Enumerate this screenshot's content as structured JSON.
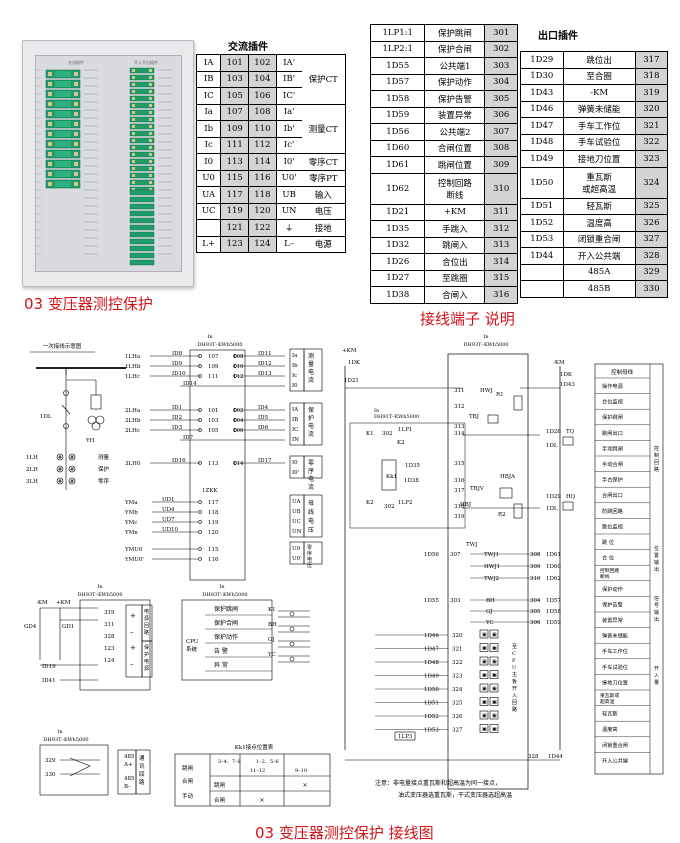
{
  "captions": {
    "device": "03 变压器测控保护",
    "terminal": "接线端子 说明",
    "wiring": "03 变压器测控保护 接线图"
  },
  "ac_plugin": {
    "title": "交流插件",
    "rows": [
      [
        "IA",
        "101",
        "102",
        "IA'",
        "保护CT"
      ],
      [
        "IB",
        "103",
        "104",
        "IB'",
        ""
      ],
      [
        "IC",
        "105",
        "106",
        "IC'",
        ""
      ],
      [
        "Ia",
        "107",
        "108",
        "Ia'",
        "测量CT"
      ],
      [
        "Ib",
        "109",
        "110",
        "Ib'",
        ""
      ],
      [
        "Ic",
        "111",
        "112",
        "Ic'",
        ""
      ],
      [
        "I0",
        "113",
        "114",
        "I0'",
        "零序CT"
      ],
      [
        "U0",
        "115",
        "116",
        "U0'",
        "零序PT"
      ],
      [
        "UA",
        "117",
        "118",
        "UB",
        "输入"
      ],
      [
        "UC",
        "119",
        "120",
        "UN",
        "电压"
      ],
      [
        "",
        "121",
        "122",
        "⏚",
        "接地"
      ],
      [
        "L+",
        "123",
        "124",
        "L–",
        "电源"
      ]
    ]
  },
  "in_plugin": {
    "rows": [
      [
        "1LP1:1",
        "保护跳闸",
        "301"
      ],
      [
        "1LP2:1",
        "保护合闸",
        "302"
      ],
      [
        "1D55",
        "公共端1",
        "303"
      ],
      [
        "1D57",
        "保护动作",
        "304"
      ],
      [
        "1D58",
        "保护告警",
        "305"
      ],
      [
        "1D59",
        "装置异常",
        "306"
      ],
      [
        "1D56",
        "公共端2",
        "307"
      ],
      [
        "1D60",
        "合闸位置",
        "308"
      ],
      [
        "1D61",
        "跳闸位置",
        "309"
      ],
      [
        "1D62",
        "控制回路 断线",
        "310"
      ],
      [
        "1D21",
        "+KM",
        "311"
      ],
      [
        "1D35",
        "手跳入",
        "312"
      ],
      [
        "1D32",
        "跳闸入",
        "313"
      ],
      [
        "1D26",
        "合位出",
        "314"
      ],
      [
        "1D27",
        "至跳圈",
        "315"
      ],
      [
        "1D38",
        "合闸入",
        "316"
      ]
    ]
  },
  "out_plugin": {
    "title": "出口插件",
    "rows": [
      [
        "1D29",
        "跳位出",
        "317"
      ],
      [
        "1D30",
        "至合圈",
        "318"
      ],
      [
        "1D43",
        "-KM",
        "319"
      ],
      [
        "1D46",
        "弹簧未储能",
        "320"
      ],
      [
        "1D47",
        "手车工作位",
        "321"
      ],
      [
        "1D48",
        "手车试验位",
        "322"
      ],
      [
        "1D49",
        "接地刀位置",
        "323"
      ],
      [
        "1D50",
        "重瓦斯 或超高温",
        "324"
      ],
      [
        "1D51",
        "轻瓦斯",
        "325"
      ],
      [
        "1D52",
        "温度高",
        "326"
      ],
      [
        "1D53",
        "闭锁重合闸",
        "327"
      ],
      [
        "1D44",
        "开入公共端",
        "328"
      ],
      [
        "",
        "485A",
        "329"
      ],
      [
        "",
        "485B",
        "330"
      ]
    ]
  },
  "diagram": {
    "in_label": "In",
    "device_model": "DH93T–KWh5000",
    "primary_title": "一次接线示意图",
    "ct_labels": [
      "1LH",
      "2LH",
      "3LH"
    ],
    "ct_roles": [
      "测量",
      "保护",
      "零序"
    ],
    "qf_label": "1DL",
    "yh_label": "YH",
    "groups": [
      {
        "name": "测量电流",
        "sig": [
          "Ia",
          "Ib",
          "Ic",
          "I0"
        ],
        "lines": [
          "1LHa",
          "1LHb",
          "1LHc"
        ],
        "left": [
          "ID8",
          "ID9",
          "ID10"
        ],
        "pins": [
          "107",
          "109",
          "111",
          "108",
          "110",
          "112"
        ],
        "right": [
          "ID11",
          "ID12",
          "ID13",
          "ID14"
        ]
      },
      {
        "name": "保护电流",
        "sig": [
          "IA",
          "IB",
          "IC",
          "IN"
        ],
        "lines": [
          "2LHa",
          "2LHb",
          "2LHc"
        ],
        "left": [
          "ID1",
          "ID2",
          "ID3"
        ],
        "pins": [
          "101",
          "103",
          "105",
          "102",
          "104",
          "106"
        ],
        "right": [
          "ID4",
          "ID5",
          "ID6",
          "ID7"
        ]
      },
      {
        "name": "零序电流",
        "sig": [
          "I0",
          "I0'"
        ],
        "lines": [
          "3LH0"
        ],
        "left": [
          "ID16"
        ],
        "pins": [
          "113",
          "114"
        ],
        "right": [
          "ID17"
        ]
      }
    ],
    "voltage": {
      "name": "母线电压",
      "sig": [
        "UA",
        "UB",
        "UC",
        "UN"
      ],
      "inputs": [
        "YMa",
        "YMb",
        "YMc",
        "YMn"
      ],
      "ud": [
        "UD1",
        "UD4",
        "UD7",
        "UD10"
      ],
      "pins": [
        "117",
        "118",
        "119",
        "120"
      ],
      "tag": "1ZKK"
    },
    "zero_pt": {
      "name": "零序电压",
      "sig": [
        "U0",
        "U0'"
      ],
      "inputs": [
        "YMU0",
        "YMU0'"
      ],
      "pins": [
        "115",
        "116"
      ]
    },
    "power": {
      "labels": [
        "-KM",
        "+KM",
        "GD4",
        "GD1",
        "ID19",
        "ID41"
      ],
      "pins": [
        "319",
        "311",
        "328",
        "123",
        "124"
      ],
      "signs": [
        "+",
        "–",
        "+",
        "–"
      ],
      "side": [
        "电源回路",
        "保护电源"
      ]
    },
    "cpu": {
      "label": "CPU系统",
      "rows": [
        "保护跳闸",
        "保护合闸",
        "保护动作",
        "告 警",
        "异 常"
      ],
      "ks": [
        "K1",
        "BH",
        "GJ",
        "YC"
      ]
    },
    "comm": {
      "pins": [
        "329",
        "330"
      ],
      "labels": [
        "485 A+",
        "485 B–"
      ],
      "side": "通讯回路"
    },
    "kk": {
      "title": "Kk1接点位置表",
      "rows": [
        [
          "运行方式",
          "接点",
          "3–4、7–8",
          "1–2、5–6"
        ],
        [
          "",
          "",
          "11–12",
          "9–10"
        ],
        [
          "跳闸",
          "",
          "",
          "×"
        ],
        [
          "合闸",
          "×",
          ""
        ]
      ],
      "side": [
        "跳闸",
        "合闸",
        "手动"
      ]
    },
    "main": {
      "top": [
        "+KM",
        "1DK",
        "1D21"
      ],
      "mid": [
        "In",
        "DH93T–KWh5000",
        "K1",
        "302",
        "1LP1",
        "1LP2",
        "1D35",
        "1D38",
        "Kk1",
        "K2",
        "1D32"
      ],
      "pins_right": [
        "311",
        "312",
        "313",
        "314",
        "315",
        "316",
        "317",
        "318",
        "319"
      ],
      "relays": [
        "HWJ",
        "R1",
        "TBJ",
        "HBJA",
        "TBJV",
        "HBJ",
        "R2",
        "TWJ"
      ],
      "outputs": [
        "1D26",
        "1DL",
        "TQ",
        "1D29",
        "HQ",
        "1D43",
        "-KM"
      ],
      "sig_pins": [
        "307",
        "308",
        "309",
        "310",
        "303",
        "304",
        "305",
        "306"
      ],
      "sig_d": [
        "1D61",
        "1D60",
        "1D62",
        "1D57",
        "1D58",
        "1D59"
      ],
      "di_pins": [
        "320",
        "321",
        "322",
        "323",
        "324",
        "325",
        "326",
        "327",
        "328"
      ],
      "di_d": [
        "1D46",
        "1D47",
        "1D48",
        "1D49",
        "1D50",
        "1D51",
        "1D52",
        "1D53",
        "1D44"
      ],
      "side_title": "控制母线",
      "side_items": [
        "操作电源",
        "合位监视",
        "保护跳闸",
        "跳闸出口",
        "手动跳闸",
        "手动合闸",
        "手合保护",
        "合闸出口",
        "防跳回路",
        "跳位监视",
        "跳 位",
        "合 位",
        "控制回路断线",
        "保护动作",
        "保护告警",
        "装置异常",
        "弹簧未储能",
        "手车工作位",
        "手车试验位",
        "接地刀位置",
        "重瓦斯或超高温",
        "轻瓦斯",
        "温度高",
        "闭锁重合闸",
        "开入公共端"
      ],
      "group_labels": [
        "控制回路",
        "位置输出",
        "信号输出",
        "开入量"
      ],
      "cpu_vert": "至CPU主板开入回路",
      "note1": "注意：非电量接点重瓦斯和超高温为同一接点，",
      "note2": "油式变压器选重瓦斯，干式变压器选超高温"
    }
  }
}
